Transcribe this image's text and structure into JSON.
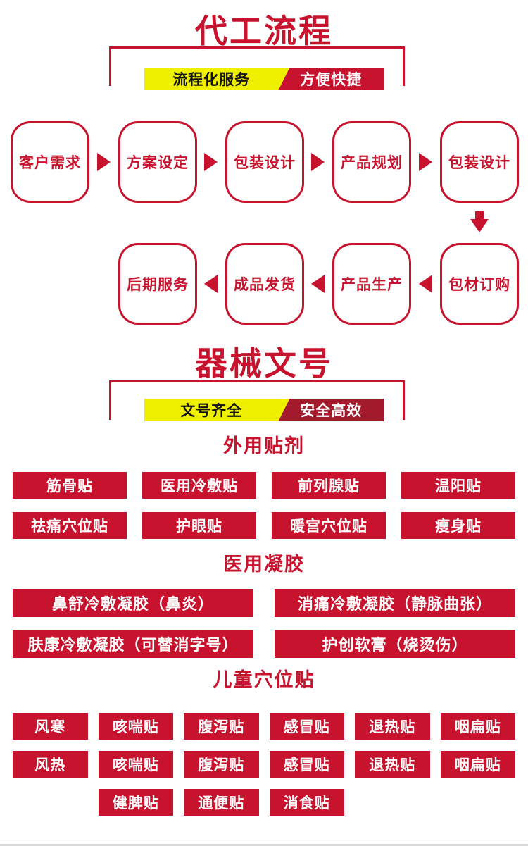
{
  "colors": {
    "red": "#C8132E",
    "dark_red": "#A31A2C",
    "yellow": "#EFEF00"
  },
  "process": {
    "title": "代工流程",
    "banner_left": "流程化服务",
    "banner_right": "方便快捷",
    "row1": [
      "客户需求",
      "方案设定",
      "包装设计",
      "产品规划",
      "包装设计"
    ],
    "row2": [
      "后期服务",
      "成品发货",
      "产品生产",
      "包材订购"
    ]
  },
  "license": {
    "title": "器械文号",
    "banner_left": "文号齐全",
    "banner_right": "安全高效",
    "patch_heading": "外用贴剂",
    "patch_items": [
      "筋骨贴",
      "医用冷敷贴",
      "前列腺贴",
      "温阳贴",
      "祛痛穴位贴",
      "护眼贴",
      "暖宫穴位贴",
      "瘦身贴"
    ],
    "gel_heading": "医用凝胶",
    "gel_items": [
      "鼻舒冷敷凝胶（鼻炎）",
      "消痛冷敷凝胶（静脉曲张）",
      "肤康冷敷凝胶（可替消字号）",
      "护创软膏（烧烫伤）"
    ],
    "child_heading": "儿童穴位贴",
    "child_items": [
      "风寒",
      "咳喘贴",
      "腹泻贴",
      "感冒贴",
      "退热贴",
      "咽扁贴",
      "风热",
      "咳喘贴",
      "腹泻贴",
      "感冒贴",
      "退热贴",
      "咽扁贴",
      "健脾贴",
      "通便贴",
      "消食贴"
    ]
  }
}
